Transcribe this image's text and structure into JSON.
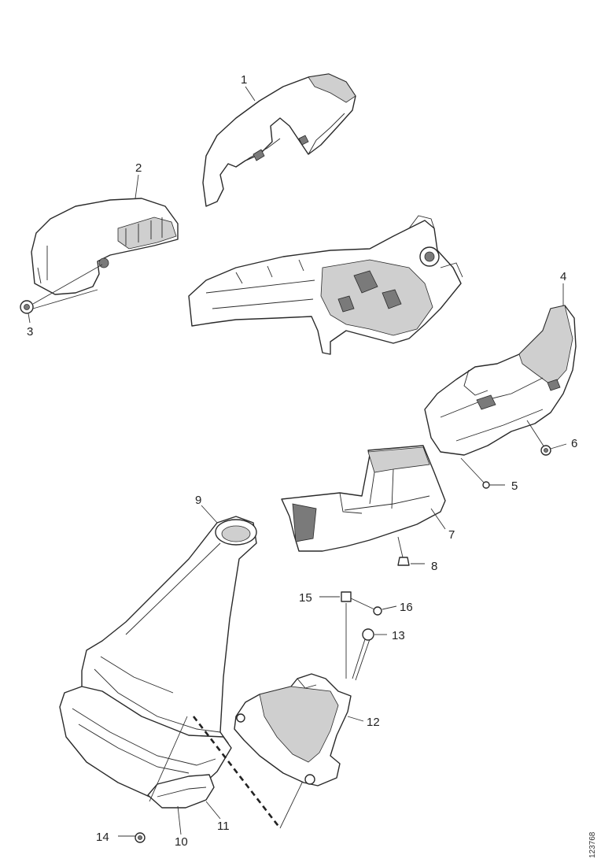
{
  "callouts": [
    {
      "id": "1",
      "label": "1"
    },
    {
      "id": "2",
      "label": "2"
    },
    {
      "id": "3",
      "label": "3"
    },
    {
      "id": "4",
      "label": "4"
    },
    {
      "id": "5",
      "label": "5"
    },
    {
      "id": "6",
      "label": "6"
    },
    {
      "id": "7",
      "label": "7"
    },
    {
      "id": "8",
      "label": "8"
    },
    {
      "id": "9",
      "label": "9"
    },
    {
      "id": "10",
      "label": "10"
    },
    {
      "id": "11",
      "label": "11"
    },
    {
      "id": "12",
      "label": "12"
    },
    {
      "id": "13",
      "label": "13"
    },
    {
      "id": "14",
      "label": "14"
    },
    {
      "id": "15",
      "label": "15"
    },
    {
      "id": "16",
      "label": "16"
    }
  ],
  "drawing_id": "123768"
}
